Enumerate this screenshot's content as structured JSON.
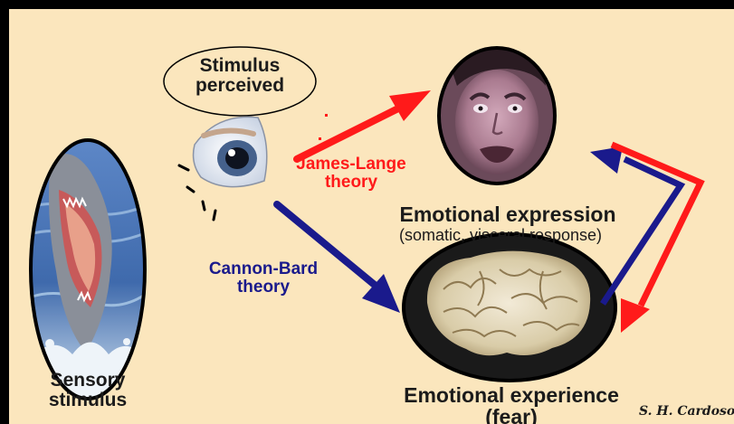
{
  "colors": {
    "background": "#fbe6bd",
    "border": "#000000",
    "james_lange": "#ff1a1a",
    "cannon_bard": "#1a1a8c",
    "text": "#1b1b1b"
  },
  "labels": {
    "stimulus_perceived": [
      "Stimulus",
      "perceived"
    ],
    "james_lange": [
      "James-Lange",
      "theory"
    ],
    "cannon_bard": [
      "Cannon-Bard",
      "theory"
    ],
    "emotional_expression_title": "Emotional expression",
    "emotional_expression_sub": "(somatic, visceral response)",
    "sensory_stimulus": [
      "Sensory",
      "stimulus"
    ],
    "emotional_experience": [
      "Emotional experience",
      "(fear)"
    ],
    "signature": "S. H. Cardoso"
  },
  "icons": {
    "shark": "shark-photo-icon",
    "eye": "eye-icon",
    "face": "frightened-face-photo-icon",
    "brain": "brain-photo-icon"
  }
}
